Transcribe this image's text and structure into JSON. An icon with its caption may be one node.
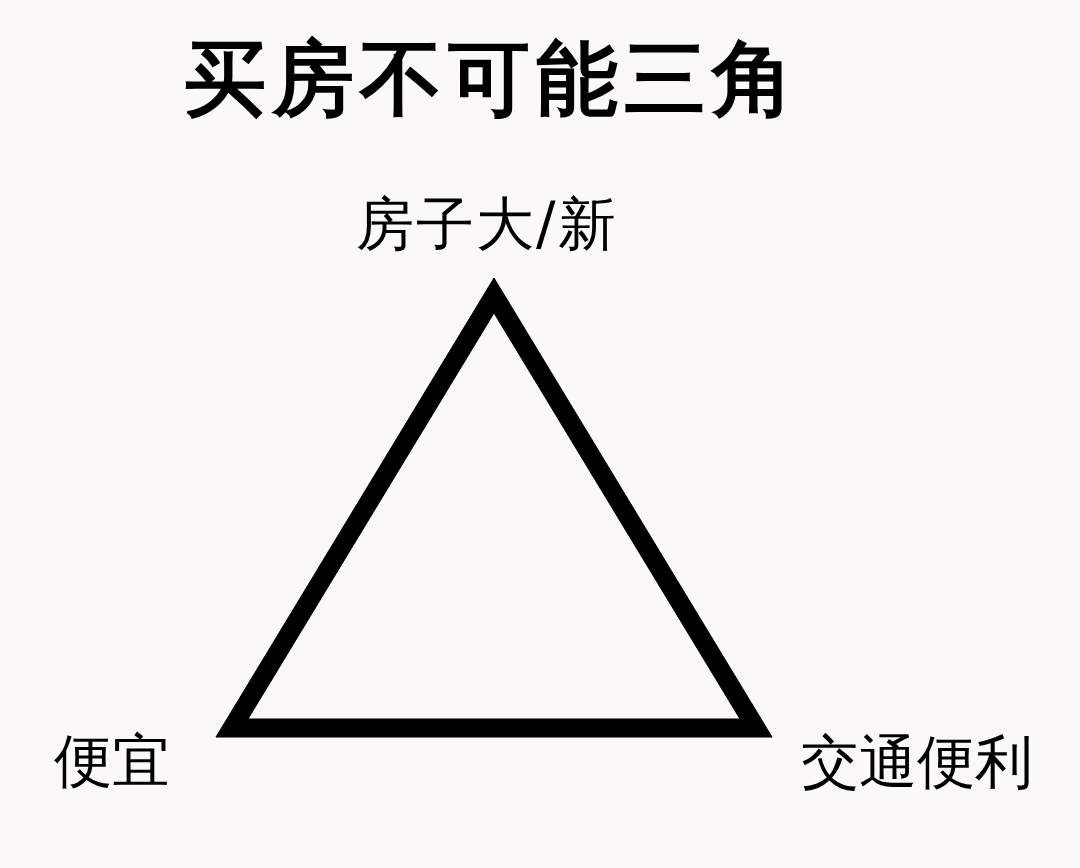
{
  "diagram": {
    "title": "买房不可能三角",
    "nodes": [
      {
        "text": [
          "房子大/新"
        ]
      },
      {
        "text": [
          "便宜"
        ]
      },
      {
        "text": [
          "交通便利"
        ]
      }
    ],
    "edges": [
      {
        "from": 0,
        "to": 1,
        "arrow": "none"
      },
      {
        "from": 1,
        "to": 2,
        "arrow": "none"
      },
      {
        "from": 2,
        "to": 0,
        "arrow": "none"
      }
    ]
  }
}
